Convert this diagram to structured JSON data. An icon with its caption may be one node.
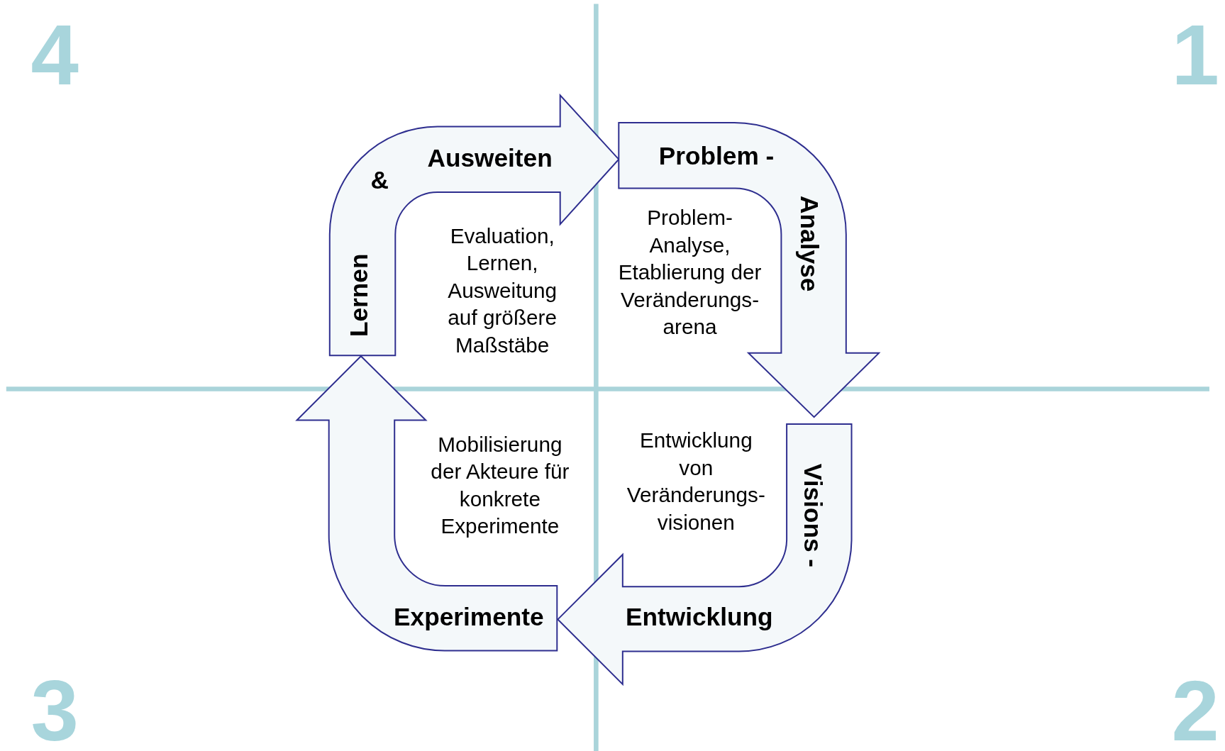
{
  "diagram": {
    "nodes": [
      {
        "text": [
          "Lernen",
          "&",
          "Ausweiten"
        ]
      },
      {
        "text": [
          "Problem -",
          "Analyse"
        ]
      },
      {
        "text": [
          "Visions -",
          "Entwicklung"
        ]
      },
      {
        "text": [
          "Experimente"
        ]
      }
    ],
    "labels": [
      "4",
      "1",
      "Evaluation, Lernen, Ausweitung auf größere Maßstäbe",
      "Problem- Analyse, Etablierung der Veränderungs- arena",
      "Mobilisierung der Akteure für konkrete Experimente",
      "Entwicklung von Veränderungs- visionen",
      "3",
      "2"
    ]
  }
}
